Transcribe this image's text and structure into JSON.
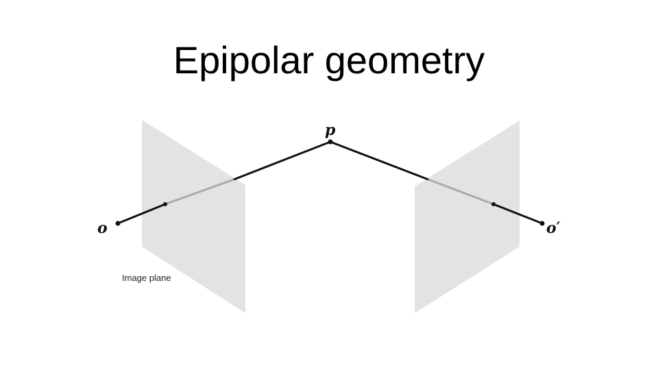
{
  "slide": {
    "title": "Epipolar geometry"
  },
  "diagram": {
    "points": {
      "p": "p",
      "o": "o",
      "o_prime": "o′"
    },
    "plane_label": "Image plane",
    "colors": {
      "plane_fill": "#e3e3e5",
      "ray_visible": "#111111",
      "ray_behind_plane": "#a9a9ab",
      "point": "#111111"
    }
  }
}
